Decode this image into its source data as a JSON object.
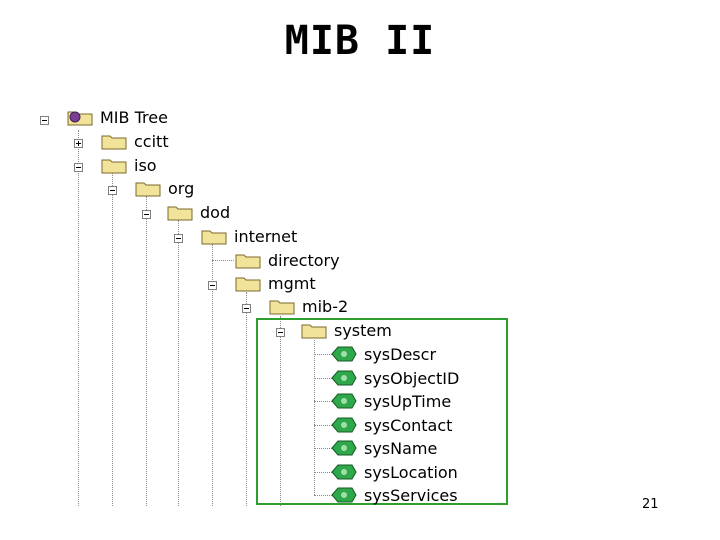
{
  "slide": {
    "title": "MIB II",
    "page_number": "21"
  },
  "tree": {
    "root": {
      "label": "MIB Tree",
      "icon": "mib-root-icon"
    },
    "ccitt": {
      "label": "ccitt",
      "icon": "folder-icon",
      "expanded": false
    },
    "iso": {
      "label": "iso",
      "icon": "folder-icon",
      "expanded": true
    },
    "org": {
      "label": "org",
      "icon": "folder-icon",
      "expanded": true
    },
    "dod": {
      "label": "dod",
      "icon": "folder-icon",
      "expanded": true
    },
    "internet": {
      "label": "internet",
      "icon": "folder-icon",
      "expanded": true
    },
    "directory": {
      "label": "directory",
      "icon": "folder-icon"
    },
    "mgmt": {
      "label": "mgmt",
      "icon": "folder-icon",
      "expanded": true
    },
    "mib2": {
      "label": "mib-2",
      "icon": "folder-icon",
      "expanded": true
    },
    "system": {
      "label": "system",
      "icon": "folder-icon",
      "expanded": true
    },
    "leaves": [
      "sysDescr",
      "sysObjectID",
      "sysUpTime",
      "sysContact",
      "sysName",
      "sysLocation",
      "sysServices"
    ]
  },
  "colors": {
    "folder": "#f2e39a",
    "leaf": "#2ea84a",
    "highlight": "#2e9e2e"
  }
}
